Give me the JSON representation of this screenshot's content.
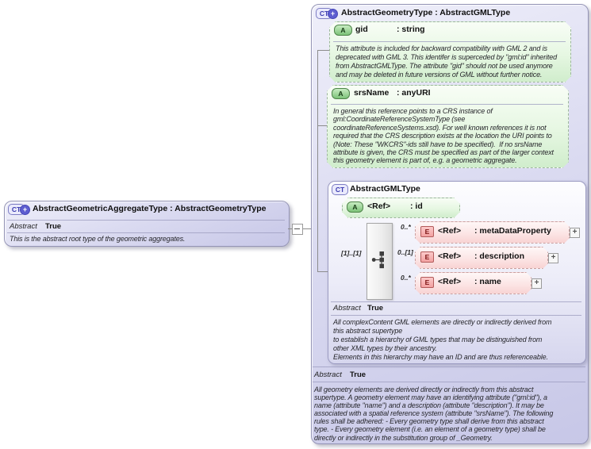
{
  "icons": {
    "complex_type": "CT",
    "attribute": "A",
    "element": "E",
    "plus": "+"
  },
  "colors": {
    "type_box": "#d8d8f0",
    "attribute_box": "#e3f6e0",
    "element_box": "#fce4e4"
  },
  "diagram": {
    "left_type": {
      "title": "AbstractGeometricAggregateType : AbstractGeometryType",
      "abstract_label": "Abstract",
      "abstract_value": "True",
      "doc": "This is the abstract root type of the geometric aggregates."
    },
    "right_type": {
      "title": "AbstractGeometryType : AbstractGMLType",
      "abstract_label": "Abstract",
      "abstract_value": "True",
      "doc": "All geometry elements are derived directly or indirectly from this abstract\nsupertype. A geometry element may have an identifying attribute (\"gml:id\"), a\nname (attribute \"name\") and a description (attribute \"description\"). It may be\nassociated with a spatial reference system (attribute \"srsName\"). The following\nrules shall be adhered: - Every geometry type shall derive from this abstract\ntype. - Every geometry element (i.e. an element of a geometry type) shall be\ndirectly or indirectly in the substitution group of _Geometry.",
      "attributes": [
        {
          "name": "gid",
          "type": ": string",
          "doc": "This attribute is included for backward compatibility with GML 2 and is\ndeprecated with GML 3. This identifer is superceded by \"gml:id\" inherited\nfrom AbstractGMLType. The attribute \"gid\" should not be used anymore\nand may be deleted in future versions of GML without further notice."
        },
        {
          "name": "srsName",
          "type": ": anyURI",
          "doc": "In general this reference points to a CRS instance of\ngml:CoordinateReferenceSystemType (see\ncoordinateReferenceSystems.xsd). For well known references it is not\nrequired that the CRS description exists at the location the URI points to\n(Note: These \"WKCRS\"-ids still have to be specified).  If no srsName\nattribute is given, the CRS must be specified as part of the larger context\nthis geometry element is part of, e.g. a geometric aggregate."
        }
      ],
      "inner_type": {
        "title": "AbstractGMLType",
        "ref_attribute": {
          "name": "<Ref>",
          "type": ": id"
        },
        "sequence_cardinality": "[1]..[1]",
        "elements": [
          {
            "cardinality": "0..*",
            "name": "<Ref>",
            "type": ": metaDataProperty"
          },
          {
            "cardinality": "0..[1]",
            "name": "<Ref>",
            "type": ": description"
          },
          {
            "cardinality": "0..*",
            "name": "<Ref>",
            "type": ": name"
          }
        ],
        "abstract_label": "Abstract",
        "abstract_value": "True",
        "doc": "All complexContent GML elements are directly or indirectly derived from\nthis abstract supertype\nto establish a hierarchy of GML types that may be distinguished from\nother XML types by their ancestry.\nElements in this hierarchy may have an ID and are thus referenceable."
      }
    }
  }
}
